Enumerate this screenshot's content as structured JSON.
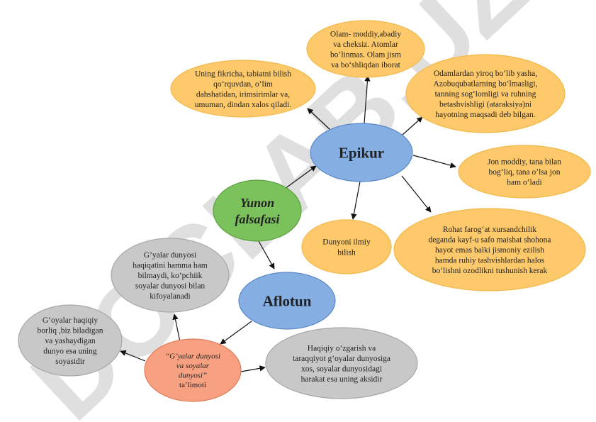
{
  "watermark": {
    "text": "DOCLAB.UZ",
    "color": "#d9d9d9"
  },
  "colors": {
    "gold": "#fdc96a",
    "gold_edge": "#f2b84a",
    "blue": "#85aee2",
    "blue_edge": "#5a88c8",
    "green": "#7bc25c",
    "green_edge": "#5aa03e",
    "grey": "#c8c8c8",
    "grey_edge": "#a8a8a8",
    "salmon": "#f7a182",
    "salmon_edge": "#e07b57"
  },
  "nodes": {
    "yunon": {
      "lines": [
        "Yunon",
        "falsafasi"
      ]
    },
    "epikur": {
      "lines": [
        "Epikur"
      ]
    },
    "aflotun": {
      "lines": [
        "Aflotun"
      ]
    },
    "epikur_top": {
      "lines": [
        "Olam- moddiy,abadiy",
        "va cheksiz. Atomlar",
        "bo‘linmas. Olam jism",
        "va bo‘shliqdan iborat"
      ]
    },
    "epikur_left": {
      "lines": [
        "Uning fikricha, tabiatni bilish",
        "qo‘rquvdan, o‘lim",
        "dahshatidan, irimsirimlar va,",
        "umuman, dindan xalos qiladi."
      ]
    },
    "epikur_right_top": {
      "lines": [
        "Odamlardan yiroq bo‘lib yasha,",
        "Azobuqubatlarning bo‘lmasligi,",
        "tanning sog‘lomligi va ruhning",
        "betashvishligi (ataraksiya)ni",
        "hayotning maqsadi deb bilgan."
      ]
    },
    "epikur_right": {
      "lines": [
        "Jon moddiy, tana bilan",
        "bog‘liq, tana o’lsa jon",
        "ham o’ladi"
      ]
    },
    "epikur_bottom_right": {
      "lines": [
        "Rohat farog‘at  xursandchilik",
        "deganda kayf-u safo maishat shohona",
        "hayot emas balki jismoniy ezilish",
        "hamda ruhiy tashvishlardan halos",
        "bo‘lishni ozodlikni tushunish kerak"
      ]
    },
    "epikur_bottom": {
      "lines": [
        "Dunyoni ilmiy",
        "bilish"
      ]
    },
    "aflotun_top": {
      "lines": [
        "G’yalar dunyosi",
        "haqiqatini hamma ham",
        "bilmaydi, ko’pchiik",
        "soyalar dunyosi bilan",
        "kifoyalanadi"
      ]
    },
    "goyalar": {
      "lines": [
        "“G’yalar dunyosi",
        "va soyalar",
        "dunyosi”"
      ],
      "sub": "ta’limoti"
    },
    "goyalar_left": {
      "lines": [
        "G’oyalar haqiqiy",
        "borliq ,biz biladigan",
        "va yashaydigan",
        "dunyo esa uning",
        "soyasidir"
      ]
    },
    "goyalar_right": {
      "lines": [
        "Haqiqiy o’zgarish va",
        "taraqqiyot g’oyalar dunyosiga",
        "xos, soyalar dunyosidagi",
        "harakat esa uning aksidir"
      ]
    }
  }
}
